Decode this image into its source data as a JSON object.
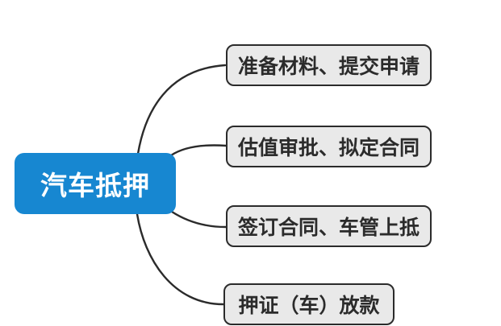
{
  "diagram": {
    "root": {
      "label": "汽车抵押"
    },
    "children": [
      {
        "label": "准备材料、提交申请"
      },
      {
        "label": "估值审批、拟定合同"
      },
      {
        "label": "签订合同、车管上抵"
      },
      {
        "label": "押证（车）放款"
      }
    ],
    "colors": {
      "background": "#ffffff",
      "root-bg": "#1787d1",
      "root-text": "#ffffff",
      "node-bg": "#e9e9e9",
      "node-border": "#2b2b2b",
      "node-text": "#2b2b2b",
      "connector": "#2b2b2b"
    }
  }
}
